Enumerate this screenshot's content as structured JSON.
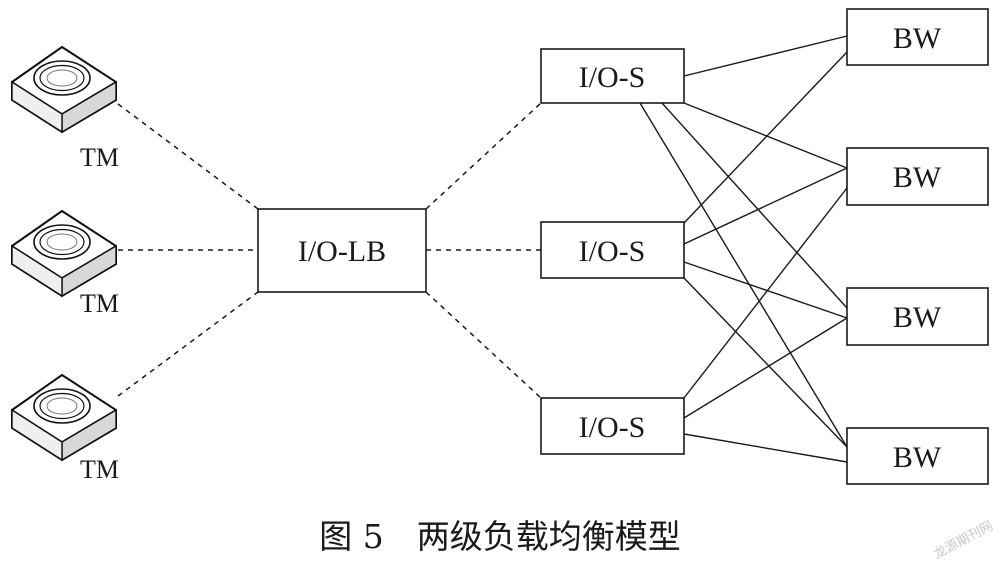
{
  "terminals": [
    {
      "label": "TM"
    },
    {
      "label": "TM"
    },
    {
      "label": "TM"
    }
  ],
  "load_balancer": {
    "label": "I/O-LB"
  },
  "io_servers": [
    {
      "label": "I/O-S"
    },
    {
      "label": "I/O-S"
    },
    {
      "label": "I/O-S"
    }
  ],
  "backend_workers": [
    {
      "label": "BW"
    },
    {
      "label": "BW"
    },
    {
      "label": "BW"
    },
    {
      "label": "BW"
    }
  ],
  "caption": "图 5　两级负载均衡模型",
  "watermark": "龙源期刊网"
}
